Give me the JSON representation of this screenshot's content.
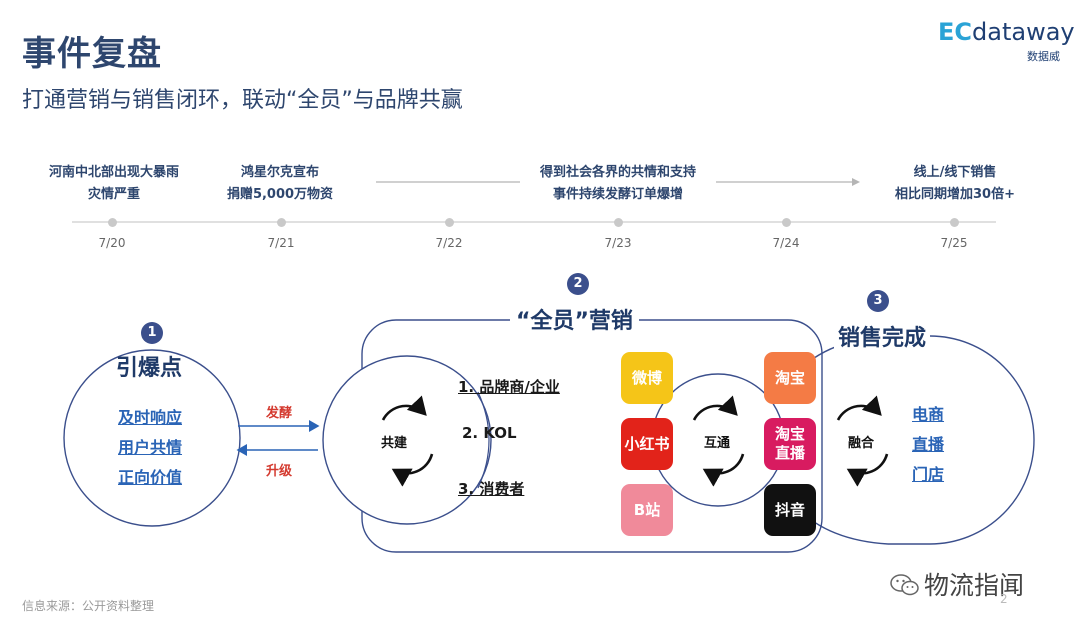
{
  "header": {
    "title": "事件复盘",
    "subtitle": "打通营销与销售闭环，联动“全员”与品牌共赢"
  },
  "logo": {
    "ec": "EC",
    "main": "dataway",
    "sub": "数据威"
  },
  "timeline": {
    "events": [
      {
        "line1": "河南中北部出现大暴雨",
        "line2": "灾情严重"
      },
      {
        "line1": "鸿星尔克宣布",
        "line2": "捐赠5,000万物资"
      },
      {
        "line1": "得到社会各界的共情和支持",
        "line2": "事件持续发酵订单爆增"
      },
      {
        "line1": "线上/线下销售",
        "line2": "相比同期增加30倍+"
      }
    ],
    "dates": [
      "7/20",
      "7/21",
      "7/22",
      "7/23",
      "7/24",
      "7/25"
    ]
  },
  "sections": [
    {
      "number": "1",
      "title": "引爆点",
      "items": [
        "及时响应",
        "用户共情",
        "正向价值"
      ]
    },
    {
      "number": "2",
      "title": "“全员”营销",
      "center": "共建",
      "roles": [
        "1. 品牌商/企业",
        "2. KOL",
        "3. 消费者"
      ],
      "hub": "互通"
    },
    {
      "number": "3",
      "title": "销售完成",
      "center": "融合",
      "items": [
        "电商",
        "直播",
        "门店"
      ]
    }
  ],
  "arrows": {
    "forward": "发酵",
    "backward": "升级"
  },
  "platforms": {
    "left": [
      {
        "label": "微博",
        "color": "#f5c518"
      },
      {
        "label": "小红书",
        "color": "#e2231a"
      },
      {
        "label": "B站",
        "color": "#f08a9a"
      }
    ],
    "right": [
      {
        "label": "淘宝",
        "color": "#f47b45"
      },
      {
        "label": "淘宝直播",
        "color": "#d81b60"
      },
      {
        "label": "抖音",
        "color": "#111111"
      }
    ]
  },
  "footer": {
    "source": "信息来源：公开资料整理",
    "wechat": "物流指闻",
    "page": "2"
  },
  "colors": {
    "navy": "#1f3a68",
    "accent_blue": "#2a64b6",
    "accent_red": "#d43a2f",
    "badge": "#3b4f8c"
  }
}
